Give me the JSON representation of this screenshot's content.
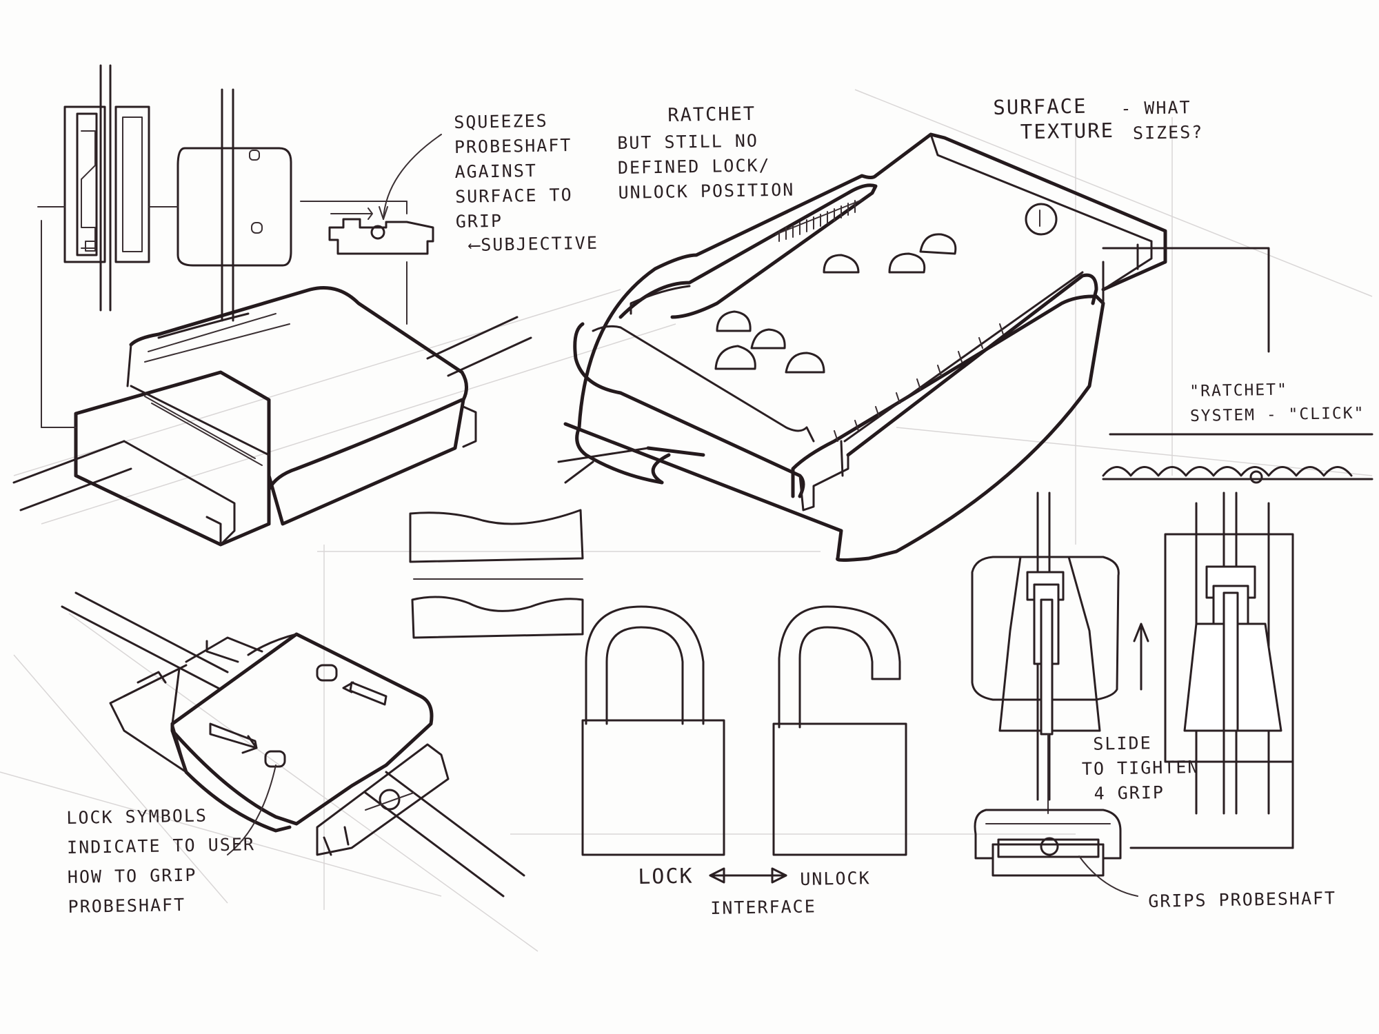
{
  "annotations": {
    "squeezes": [
      "SQUEEZES",
      "PROBESHAFT",
      "AGAINST",
      "SURFACE TO",
      "GRIP"
    ],
    "subjective": "SUBJECTIVE",
    "ratchet_title": "RATCHET",
    "ratchet_note": [
      "BUT STILL NO",
      "DEFINED LOCK/",
      "UNLOCK POSITION"
    ],
    "surface_texture": [
      "SURFACE",
      "TEXTURE"
    ],
    "what_sizes": [
      "- WHAT",
      "SIZES?"
    ],
    "ratchet_system": [
      "\"RATCHET\"",
      "SYSTEM - \"CLICK\""
    ],
    "slide": [
      "SLIDE",
      "TO TIGHTEN",
      "4 GRIP"
    ],
    "lock_symbols": [
      "LOCK SYMBOLS",
      "INDICATE TO USER",
      "HOW TO GRIP",
      "PROBESHAFT"
    ],
    "lock_label": "LOCK",
    "unlock_label": "UNLOCK",
    "interface_label": "INTERFACE",
    "grips_probeshaft": "GRIPS PROBESHAFT"
  },
  "colors": {
    "ink": "#2a1f22",
    "paper": "#fdfdfc",
    "guide": "#d9d6d6"
  }
}
